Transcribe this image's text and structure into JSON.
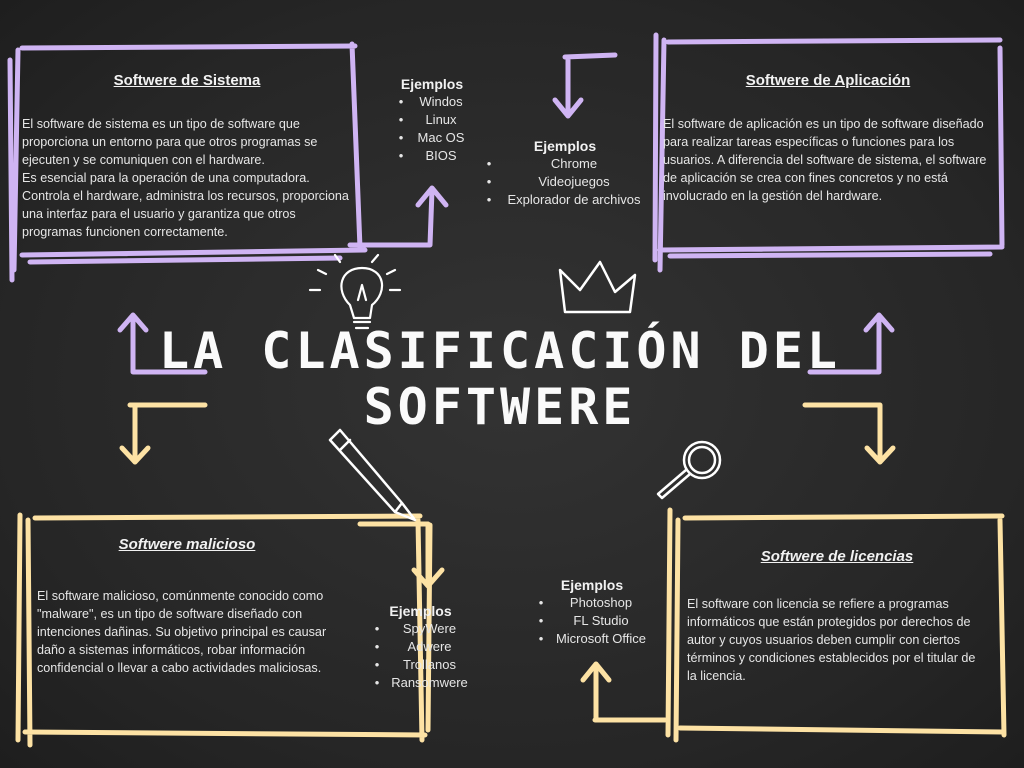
{
  "title": {
    "line1": "LA CLASIFICACIÓN DEL",
    "line2": "SOFTWERE"
  },
  "colors": {
    "purple": "#cfb4f3",
    "yellow": "#fde2a4",
    "background": "#2a2a2a"
  },
  "sistema": {
    "heading": "Softwere de Sistema",
    "body": "El software de sistema es un tipo de software que proporciona un entorno para que otros programas se ejecuten y se comuniquen con el hardware.\n Es esencial para la operación de una computadora. Controla el hardware, administra los recursos, proporciona una interfaz para el usuario y garantiza que otros programas funcionen correctamente.",
    "examples_title": "Ejemplos",
    "examples": [
      "Windos",
      "Linux",
      "Mac OS",
      "BIOS"
    ]
  },
  "aplicacion": {
    "heading": "Softwere de Aplicación",
    "body": "El software de aplicación es un tipo de software diseñado para realizar tareas específicas o funciones para los usuarios. A diferencia del software de sistema, el software de aplicación se crea con fines concretos y no está involucrado en la gestión del hardware.",
    "examples_title": "Ejemplos",
    "examples": [
      "Chrome",
      "Videojuegos",
      "Explorador de archivos"
    ]
  },
  "malicioso": {
    "heading": "Softwere malicioso",
    "body": "El software malicioso, comúnmente conocido como \"malware\", es un tipo de software diseñado con intenciones dañinas. Su objetivo principal es causar daño a sistemas informáticos, robar información confidencial o llevar a cabo actividades maliciosas.",
    "examples_title": "Ejemplos",
    "examples": [
      "SpyWere",
      "Adwere",
      "Trollanos",
      "Ransomwere"
    ]
  },
  "licencias": {
    "heading": "Softwere de licencias",
    "body": "El software con licencia se refiere a programas informáticos que están protegidos por derechos de autor y cuyos usuarios deben cumplir con ciertos términos y condiciones establecidos por el titular de la licencia.",
    "examples_title": "Ejemplos",
    "examples": [
      "Photoshop",
      "FL Studio",
      "Microsoft Office"
    ]
  },
  "icons": [
    "lightbulb-icon",
    "crown-icon",
    "pencil-icon",
    "magnifier-icon"
  ]
}
